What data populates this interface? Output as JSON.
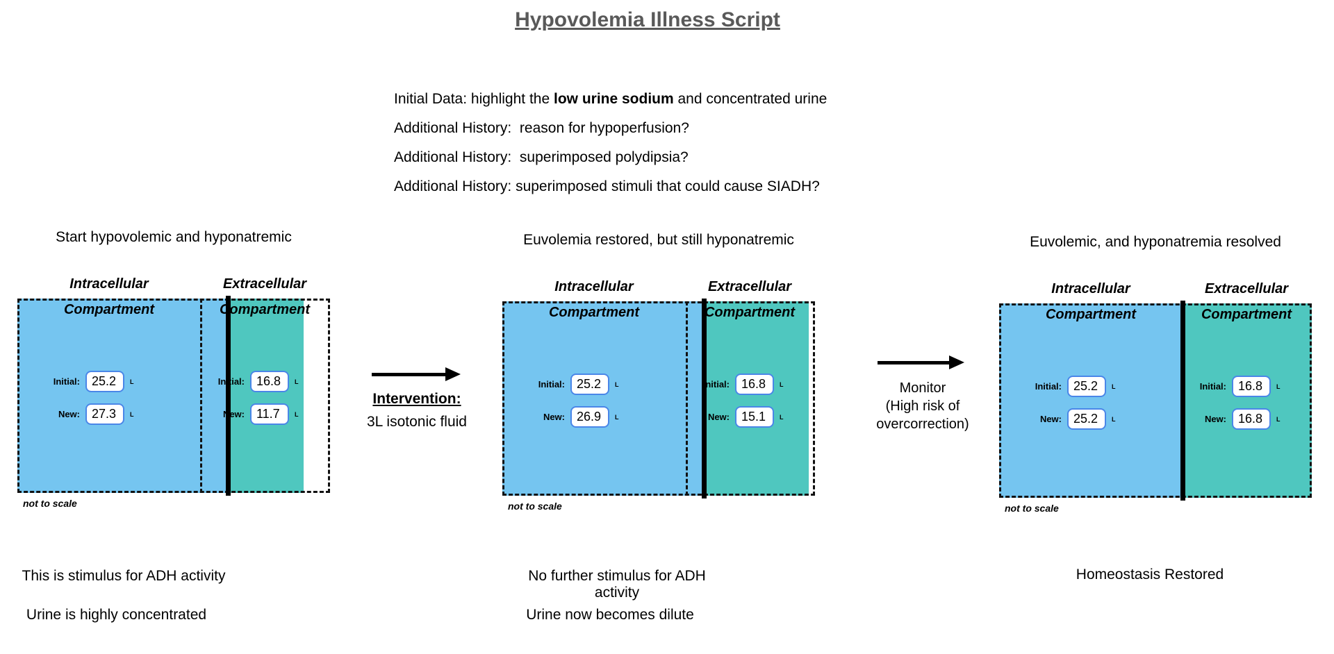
{
  "title": "Hypovolemia Illness Script",
  "notes": {
    "line1_prefix": "Initial Data: highlight the ",
    "line1_bold": "low urine sodium",
    "line1_suffix": " and concentrated urine",
    "line2": "Additional History:  reason for hypoperfusion?",
    "line3": "Additional History:  superimposed polydipsia?",
    "line4": "Additional History: superimposed stimuli that could cause SIADH?"
  },
  "labels": {
    "intracellular": "Intracellular",
    "extracellular": "Extracellular",
    "compartment": "Compartment",
    "initial": "Initial:",
    "new": "New:",
    "unit": "L",
    "not_to_scale": "not to scale"
  },
  "panels": [
    {
      "title": "Start hypovolemic and hyponatremic",
      "intra": {
        "initial": "25.2",
        "new": "27.3"
      },
      "extra": {
        "initial": "16.8",
        "new": "11.7"
      },
      "caption1": "This is stimulus for ADH activity",
      "caption2": "Urine is highly concentrated"
    },
    {
      "title": "Euvolemia restored, but still hyponatremic",
      "intra": {
        "initial": "25.2",
        "new": "26.9"
      },
      "extra": {
        "initial": "16.8",
        "new": "15.1"
      },
      "caption1": "No further stimulus for ADH activity",
      "caption2": "Urine now becomes dilute"
    },
    {
      "title": "Euvolemic, and hyponatremia resolved",
      "intra": {
        "initial": "25.2",
        "new": "25.2"
      },
      "extra": {
        "initial": "16.8",
        "new": "16.8"
      },
      "caption1": "Homeostasis Restored"
    }
  ],
  "arrows": [
    {
      "title": "Intervention:",
      "subtitle": "3L isotonic fluid"
    },
    {
      "line1": "Monitor",
      "line2": "(High risk of",
      "line3": "overcorrection)"
    }
  ],
  "colors": {
    "intracellular_fill": "#75C5F0",
    "extracellular_fill": "#4FC7BF",
    "field_border": "#4A86E8",
    "title_gray": "#595959"
  }
}
